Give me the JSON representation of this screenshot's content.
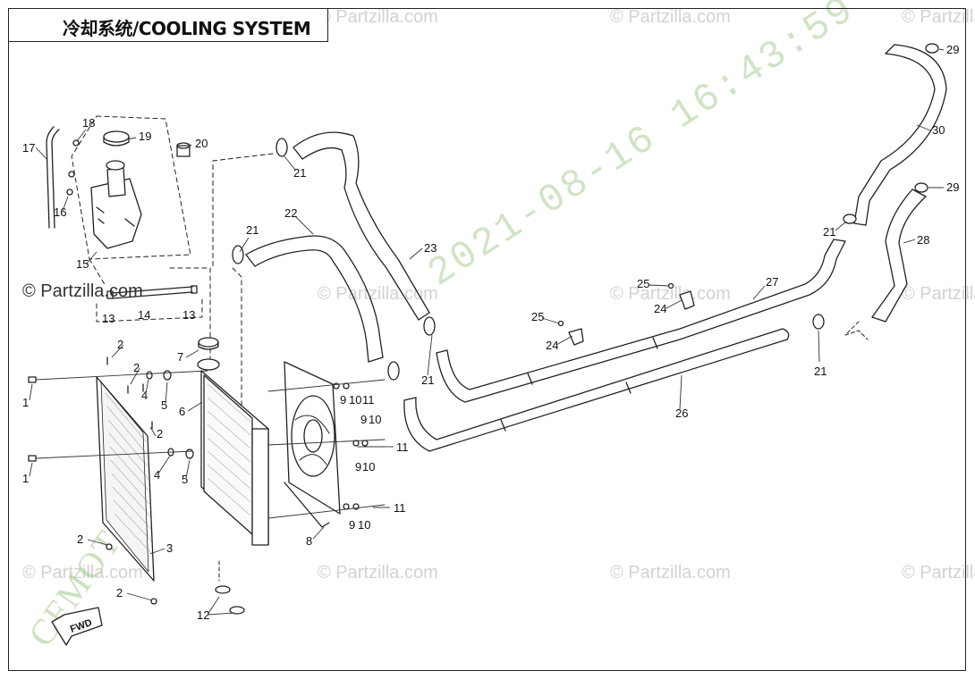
{
  "title": "冷却系统/COOLING SYSTEM",
  "watermarks": {
    "light": "© Partzilla.com",
    "dark": "© Partzilla.com",
    "stamp": "2021-08-16  16:43:59",
    "brand": "CFMOTO"
  },
  "fwd_label": "FWD",
  "callouts": {
    "c1a": "1",
    "c1b": "1",
    "c2a": "2",
    "c2b": "2",
    "c2c": "2",
    "c2d": "2",
    "c2e": "2",
    "c3": "3",
    "c4a": "4",
    "c4b": "4",
    "c5a": "5",
    "c5b": "5",
    "c6": "6",
    "c7": "7",
    "c8": "8",
    "c9a": "9",
    "c9b": "9",
    "c9c": "9",
    "c9d": "9",
    "c10a": "10",
    "c10b": "10",
    "c10c": "10",
    "c10d": "10",
    "c11a": "11",
    "c11b": "11",
    "c11c": "11",
    "c12": "12",
    "c13a": "13",
    "c13b": "13",
    "c14": "14",
    "c15": "15",
    "c16": "16",
    "c17": "17",
    "c18": "18",
    "c19": "19",
    "c20": "20",
    "c21a": "21",
    "c21b": "21",
    "c21c": "21",
    "c21d": "21",
    "c21e": "21",
    "c22": "22",
    "c23": "23",
    "c24a": "24",
    "c24b": "24",
    "c25a": "25",
    "c25b": "25",
    "c26": "26",
    "c27": "27",
    "c28": "28",
    "c29a": "29",
    "c29b": "29",
    "c30": "30"
  }
}
